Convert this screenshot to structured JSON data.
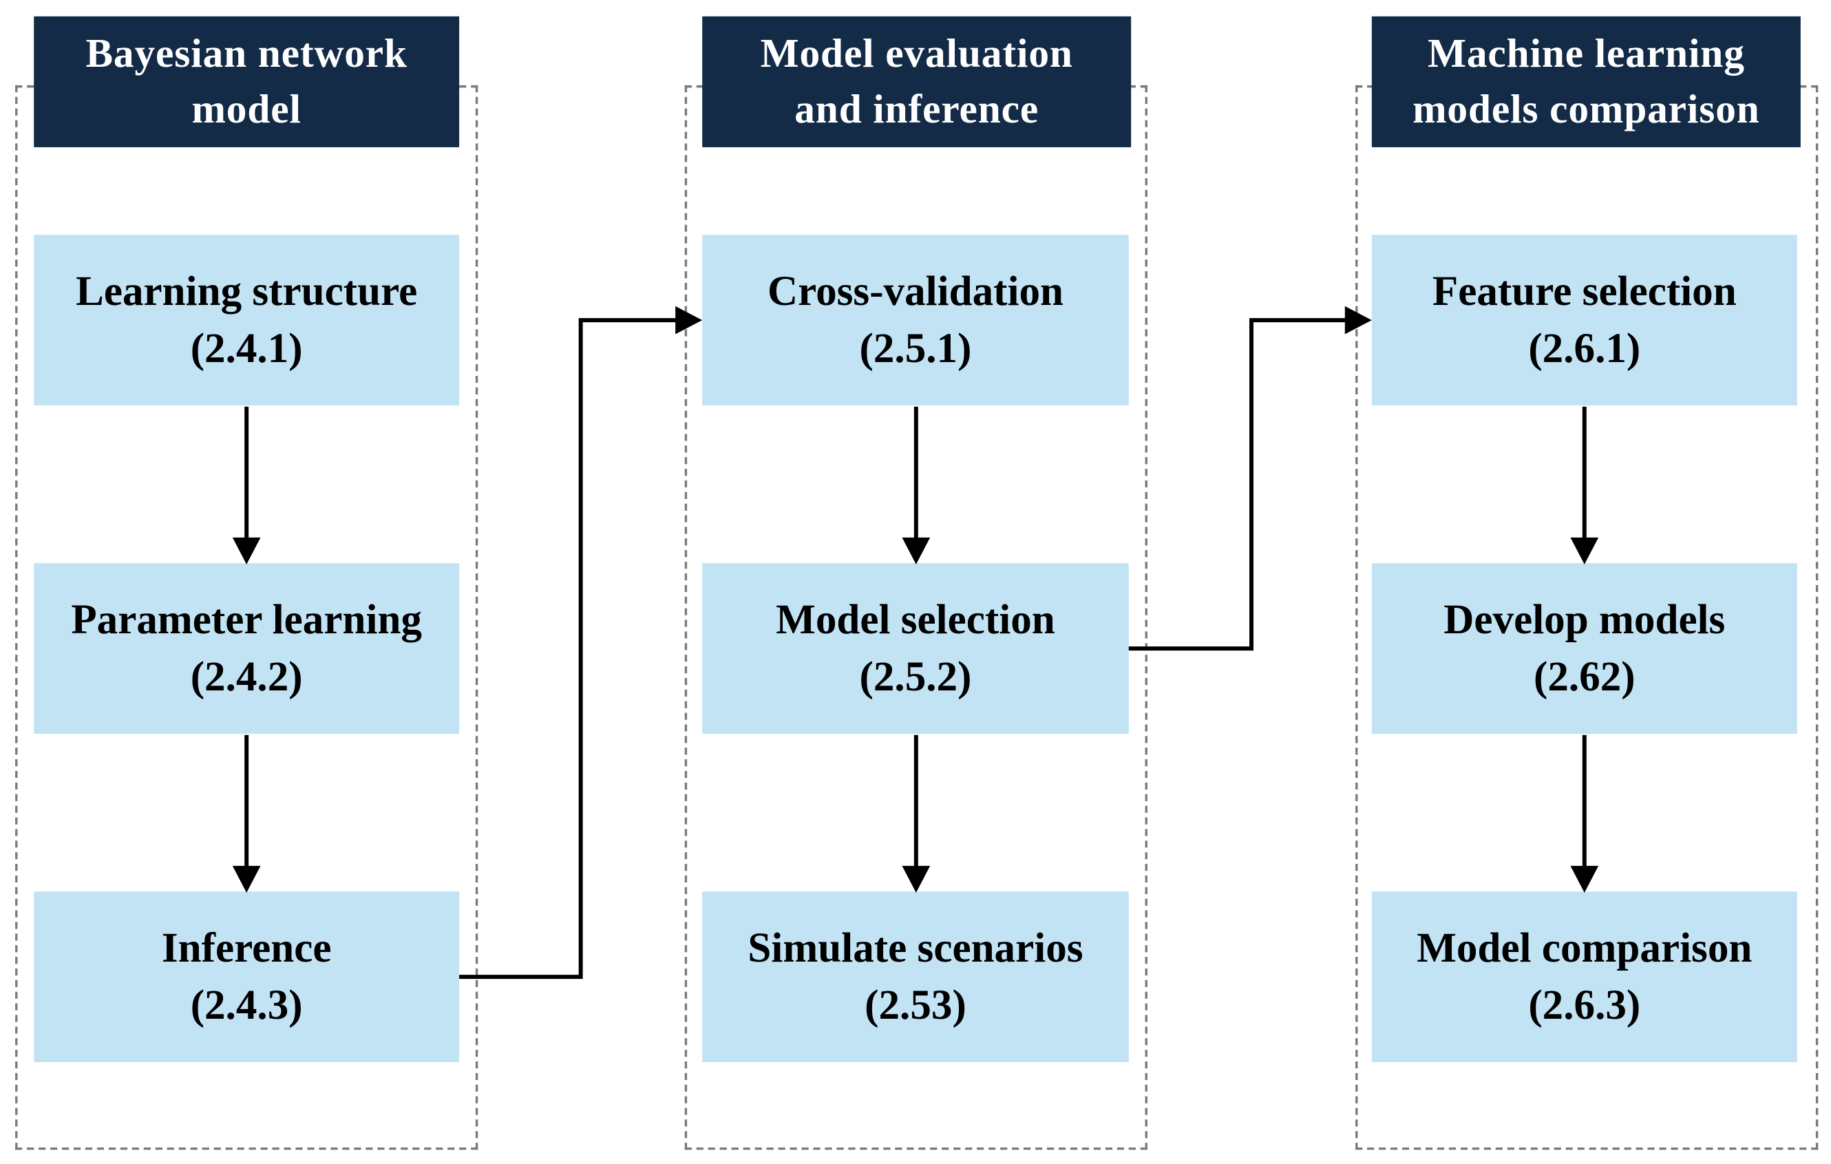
{
  "columns": [
    {
      "header_line1": "Bayesian network",
      "header_line2": "model",
      "steps": [
        {
          "title": "Learning structure",
          "code": "(2.4.1)"
        },
        {
          "title": "Parameter learning",
          "code": "(2.4.2)"
        },
        {
          "title": "Inference",
          "code": "(2.4.3)"
        }
      ]
    },
    {
      "header_line1": "Model evaluation",
      "header_line2": "and inference",
      "steps": [
        {
          "title": "Cross-validation",
          "code": "(2.5.1)"
        },
        {
          "title": "Model selection",
          "code": "(2.5.2)"
        },
        {
          "title": "Simulate scenarios",
          "code": "(2.53)"
        }
      ]
    },
    {
      "header_line1": "Machine learning",
      "header_line2": "models comparison",
      "steps": [
        {
          "title": "Feature selection",
          "code": "(2.6.1)"
        },
        {
          "title": "Develop models",
          "code": "(2.62)"
        },
        {
          "title": "Model comparison",
          "code": "(2.6.3)"
        }
      ]
    }
  ],
  "colors": {
    "header_bg": "#132b47",
    "box_bg": "#c2e3f4",
    "dashed_border": "#7a7a7a",
    "arrow": "#000000"
  }
}
